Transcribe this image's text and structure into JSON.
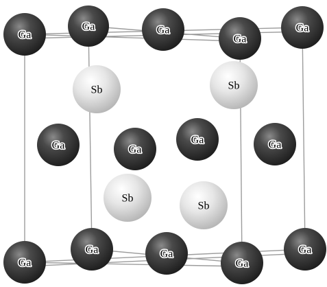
{
  "diagram": {
    "atoms": [
      {
        "id": "ga-1",
        "element": "Ga"
      },
      {
        "id": "ga-2",
        "element": "Ga"
      },
      {
        "id": "ga-3",
        "element": "Ga"
      },
      {
        "id": "ga-4",
        "element": "Ga"
      },
      {
        "id": "ga-5",
        "element": "Ga"
      },
      {
        "id": "sb-1",
        "element": "Sb"
      },
      {
        "id": "sb-2",
        "element": "Sb"
      },
      {
        "id": "ga-6",
        "element": "Ga"
      },
      {
        "id": "ga-7",
        "element": "Ga"
      },
      {
        "id": "ga-8",
        "element": "Ga"
      },
      {
        "id": "ga-9",
        "element": "Ga"
      },
      {
        "id": "sb-3",
        "element": "Sb"
      },
      {
        "id": "sb-4",
        "element": "Sb"
      },
      {
        "id": "ga-10",
        "element": "Ga"
      },
      {
        "id": "ga-11",
        "element": "Ga"
      },
      {
        "id": "ga-12",
        "element": "Ga"
      },
      {
        "id": "ga-13",
        "element": "Ga"
      },
      {
        "id": "ga-14",
        "element": "Ga"
      }
    ],
    "colors": {
      "ga": "#3a3a3a",
      "sb": "#e2e2e2",
      "bond": "#9c9c9c",
      "label": "#000000"
    }
  }
}
